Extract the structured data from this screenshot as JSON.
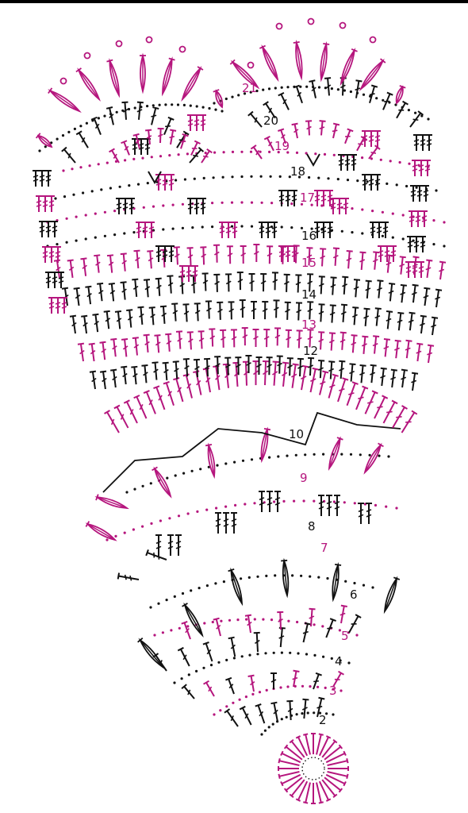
{
  "diagram": {
    "colors": {
      "black": "#111111",
      "magenta": "#b5157d",
      "background": "#ffffff"
    },
    "row_labels": [
      {
        "text": "2",
        "row": 2,
        "color": "black"
      },
      {
        "text": "3",
        "row": 3,
        "color": "magenta"
      },
      {
        "text": "4",
        "row": 4,
        "color": "black"
      },
      {
        "text": "5",
        "row": 5,
        "color": "magenta"
      },
      {
        "text": "6",
        "row": 6,
        "color": "black"
      },
      {
        "text": "7",
        "row": 7,
        "color": "magenta"
      },
      {
        "text": "8",
        "row": 8,
        "color": "black"
      },
      {
        "text": "9",
        "row": 9,
        "color": "magenta"
      },
      {
        "text": "10",
        "row": 10,
        "color": "black"
      },
      {
        "text": "12",
        "row": 12,
        "color": "black"
      },
      {
        "text": "13",
        "row": 13,
        "color": "magenta"
      },
      {
        "text": "14",
        "row": 14,
        "color": "black"
      },
      {
        "text": "15",
        "row": 15,
        "color": "magenta"
      },
      {
        "text": "16",
        "row": 16,
        "color": "black"
      },
      {
        "text": "17",
        "row": 17,
        "color": "magenta"
      },
      {
        "text": "18",
        "row": 18,
        "color": "black"
      },
      {
        "text": "19",
        "row": 19,
        "color": "magenta"
      },
      {
        "text": "20",
        "row": 20,
        "color": "black"
      },
      {
        "text": "21",
        "row": 21,
        "color": "magenta"
      }
    ],
    "symbols": [
      "chain-stitch",
      "double-crochet",
      "treble-crochet",
      "picot",
      "puff-stitch",
      "slip-stitch"
    ]
  }
}
